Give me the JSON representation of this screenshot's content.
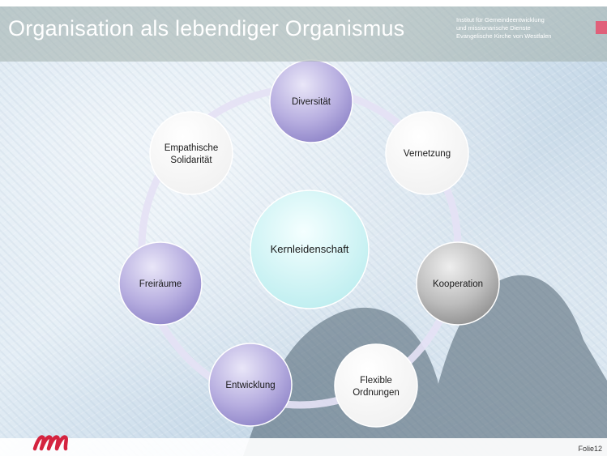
{
  "header": {
    "title": "Organisation als lebendiger Organismus",
    "institute_lines": [
      "Institut für Gemeindeentwicklung",
      "und missionarische Dienste",
      "Evangelische Kirche von Westfalen"
    ]
  },
  "diagram": {
    "center": {
      "label": "Kernleidenschaft"
    },
    "nodes": [
      {
        "id": "diversitaet",
        "lines": [
          "Diversität"
        ],
        "style": "purple"
      },
      {
        "id": "vernetzung",
        "lines": [
          "Vernetzung"
        ],
        "style": "white"
      },
      {
        "id": "kooperation",
        "lines": [
          "Kooperation"
        ],
        "style": "gray"
      },
      {
        "id": "flexible-ordnungen",
        "lines": [
          "Flexible",
          "Ordnungen"
        ],
        "style": "white"
      },
      {
        "id": "entwicklung",
        "lines": [
          "Entwicklung"
        ],
        "style": "purple"
      },
      {
        "id": "freiraeume",
        "lines": [
          "Freiräume"
        ],
        "style": "purple"
      },
      {
        "id": "empathische-solidaritaet",
        "lines": [
          "Empathische",
          "Solidarität"
        ],
        "style": "white"
      }
    ]
  },
  "footer": {
    "slide_number": "Folie12"
  },
  "colors": {
    "brand_pink": "#e0607a",
    "logo_red": "#d4233f",
    "purple_node": "#a99fd6",
    "gray_node": "#a6a6a6",
    "center_node": "#c9f1f2"
  }
}
